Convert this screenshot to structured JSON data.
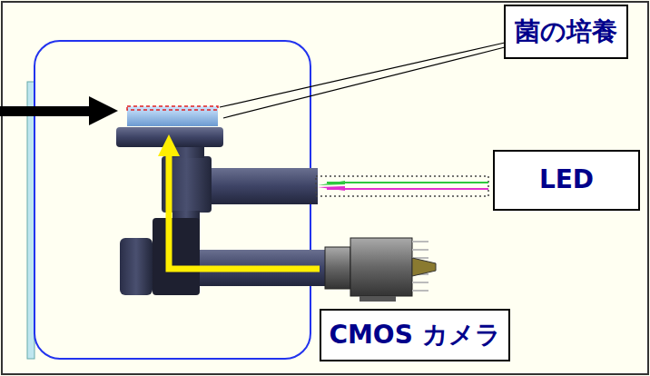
{
  "diagram": {
    "nodes": [
      {
        "text": [
          "菌の培養"
        ]
      },
      {
        "text": [
          "LED"
        ]
      },
      {
        "text": [
          "CMOS カメラ"
        ]
      }
    ]
  }
}
